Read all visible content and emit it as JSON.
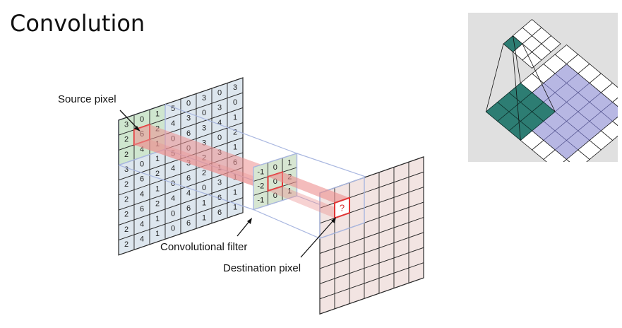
{
  "title": "Convolution",
  "labels": {
    "source_pixel": "Source pixel",
    "conv_filter": "Convolutional filter",
    "destination_pixel": "Destination pixel",
    "unknown_value": "?"
  },
  "source_grid": [
    [
      "3",
      "0",
      "1",
      "5",
      "0",
      "3",
      "0",
      "3"
    ],
    [
      "2",
      "6",
      "2",
      "4",
      "3",
      "0",
      "3",
      "0"
    ],
    [
      "2",
      "4",
      "1",
      "0",
      "6",
      "3",
      "4",
      "1"
    ],
    [
      "3",
      "0",
      "1",
      "5",
      "0",
      "3",
      "0",
      "2"
    ],
    [
      "2",
      "6",
      "2",
      "4",
      "3",
      "2",
      "3",
      "1"
    ],
    [
      "2",
      "4",
      "1",
      "0",
      "6",
      "2",
      "1",
      "6"
    ],
    [
      "2",
      "6",
      "2",
      "4",
      "4",
      "0",
      "3",
      "1"
    ],
    [
      "2",
      "4",
      "1",
      "0",
      "6",
      "1",
      "6",
      "1"
    ],
    [
      "2",
      "4",
      "1",
      "0",
      "6",
      "1",
      "6",
      "1"
    ]
  ],
  "filter_grid": [
    [
      "-1",
      "0",
      "1"
    ],
    [
      "-2",
      "0",
      "2"
    ],
    [
      "-1",
      "0",
      "1"
    ]
  ],
  "colors": {
    "source_fill": "#dde6ee",
    "receptive_field_fill": "#cfe6cf",
    "filter_fill": "#d7e6d2",
    "destination_fill": "#f2e4e2",
    "highlight_red": "#e03434",
    "beam_red": "#ec8f8f",
    "frame_blue": "#a9b7e0",
    "inset_teal": "#2d7d73",
    "inset_lavender": "#b7b7e3"
  }
}
